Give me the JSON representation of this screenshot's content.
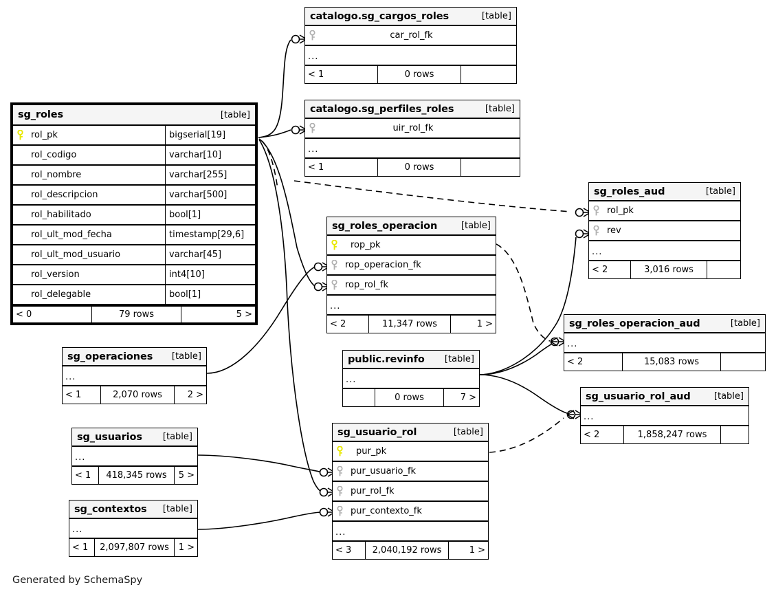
{
  "diagram": {
    "generator_note": "Generated by SchemaSpy",
    "table_tag": "[table]",
    "ellipsis": "...",
    "colors": {
      "background": "#ffffff",
      "header_fill": "#f5f5f5",
      "border": "#000000",
      "primary_key_icon": "#e8e800",
      "foreign_key_icon": "#b0b0b0",
      "edge": "#000000"
    }
  },
  "tables": {
    "sg_cargos_roles": {
      "name": "catalogo.sg_cargos_roles",
      "tag": "[table]",
      "columns": [
        {
          "name": "car_rol_fk",
          "key": "fk",
          "type": ""
        }
      ],
      "has_ellipsis": true,
      "footer": {
        "left": "< 1",
        "mid": "0 rows",
        "right": ""
      }
    },
    "sg_perfiles_roles": {
      "name": "catalogo.sg_perfiles_roles",
      "tag": "[table]",
      "columns": [
        {
          "name": "uir_rol_fk",
          "key": "fk",
          "type": ""
        }
      ],
      "has_ellipsis": true,
      "footer": {
        "left": "< 1",
        "mid": "0 rows",
        "right": ""
      }
    },
    "sg_roles": {
      "name": "sg_roles",
      "tag": "[table]",
      "is_main": true,
      "columns": [
        {
          "name": "rol_pk",
          "key": "pk",
          "type": "bigserial[19]"
        },
        {
          "name": "rol_codigo",
          "key": "",
          "type": "varchar[10]"
        },
        {
          "name": "rol_nombre",
          "key": "",
          "type": "varchar[255]"
        },
        {
          "name": "rol_descripcion",
          "key": "",
          "type": "varchar[500]"
        },
        {
          "name": "rol_habilitado",
          "key": "",
          "type": "bool[1]"
        },
        {
          "name": "rol_ult_mod_fecha",
          "key": "",
          "type": "timestamp[29,6]"
        },
        {
          "name": "rol_ult_mod_usuario",
          "key": "",
          "type": "varchar[45]"
        },
        {
          "name": "rol_version",
          "key": "",
          "type": "int4[10]"
        },
        {
          "name": "rol_delegable",
          "key": "",
          "type": "bool[1]"
        }
      ],
      "has_ellipsis": false,
      "footer": {
        "left": "< 0",
        "mid": "79 rows",
        "right": "5 >"
      }
    },
    "sg_roles_aud": {
      "name": "sg_roles_aud",
      "tag": "[table]",
      "columns": [
        {
          "name": "rol_pk",
          "key": "fk",
          "type": ""
        },
        {
          "name": "rev",
          "key": "fk",
          "type": ""
        }
      ],
      "has_ellipsis": true,
      "footer": {
        "left": "< 2",
        "mid": "3,016 rows",
        "right": ""
      }
    },
    "sg_roles_operacion": {
      "name": "sg_roles_operacion",
      "tag": "[table]",
      "columns": [
        {
          "name": "rop_pk",
          "key": "pk",
          "type": ""
        },
        {
          "name": "rop_operacion_fk",
          "key": "fk",
          "type": ""
        },
        {
          "name": "rop_rol_fk",
          "key": "fk",
          "type": ""
        }
      ],
      "has_ellipsis": true,
      "footer": {
        "left": "< 2",
        "mid": "11,347 rows",
        "right": "1 >"
      }
    },
    "sg_roles_operacion_aud": {
      "name": "sg_roles_operacion_aud",
      "tag": "[table]",
      "columns": [],
      "has_ellipsis": true,
      "footer": {
        "left": "< 2",
        "mid": "15,083 rows",
        "right": ""
      }
    },
    "sg_operaciones": {
      "name": "sg_operaciones",
      "tag": "[table]",
      "columns": [],
      "has_ellipsis": true,
      "footer": {
        "left": "< 1",
        "mid": "2,070 rows",
        "right": "2 >"
      }
    },
    "revinfo": {
      "name": "public.revinfo",
      "tag": "[table]",
      "columns": [],
      "has_ellipsis": true,
      "footer": {
        "left": "",
        "mid": "0 rows",
        "right": "7 >"
      }
    },
    "sg_usuario_rol_aud": {
      "name": "sg_usuario_rol_aud",
      "tag": "[table]",
      "columns": [],
      "has_ellipsis": true,
      "footer": {
        "left": "< 2",
        "mid": "1,858,247 rows",
        "right": ""
      }
    },
    "sg_usuarios": {
      "name": "sg_usuarios",
      "tag": "[table]",
      "columns": [],
      "has_ellipsis": true,
      "footer": {
        "left": "< 1",
        "mid": "418,345 rows",
        "right": "5 >"
      }
    },
    "sg_usuario_rol": {
      "name": "sg_usuario_rol",
      "tag": "[table]",
      "columns": [
        {
          "name": "pur_pk",
          "key": "pk",
          "type": ""
        },
        {
          "name": "pur_usuario_fk",
          "key": "fk",
          "type": ""
        },
        {
          "name": "pur_rol_fk",
          "key": "fk",
          "type": ""
        },
        {
          "name": "pur_contexto_fk",
          "key": "fk",
          "type": ""
        }
      ],
      "has_ellipsis": true,
      "footer": {
        "left": "< 3",
        "mid": "2,040,192 rows",
        "right": "1 >"
      }
    },
    "sg_contextos": {
      "name": "sg_contextos",
      "tag": "[table]",
      "columns": [],
      "has_ellipsis": true,
      "footer": {
        "left": "< 1",
        "mid": "2,097,807 rows",
        "right": "1 >"
      }
    }
  }
}
